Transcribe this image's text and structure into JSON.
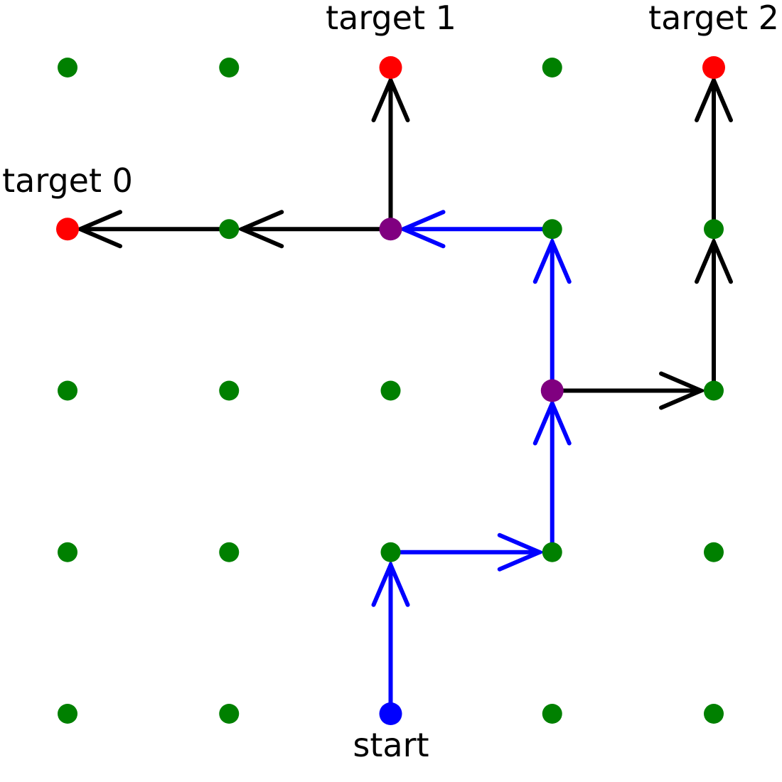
{
  "grid": {
    "cols": 5,
    "rows": 5
  },
  "colors": {
    "node": "#008000",
    "target": "#ff0000",
    "start": "#0000ff",
    "junction": "#800080",
    "shared_path": "#0000ff",
    "branch_path": "#000000"
  },
  "labels": {
    "start": "start",
    "target0": "target 0",
    "target1": "target 1",
    "target2": "target 2"
  },
  "special_nodes": [
    {
      "col": 2,
      "row": 0,
      "kind": "start"
    },
    {
      "col": 0,
      "row": 3,
      "kind": "target"
    },
    {
      "col": 2,
      "row": 4,
      "kind": "target"
    },
    {
      "col": 4,
      "row": 4,
      "kind": "target"
    },
    {
      "col": 2,
      "row": 3,
      "kind": "junction"
    },
    {
      "col": 3,
      "row": 2,
      "kind": "junction"
    }
  ],
  "edges": [
    {
      "from": [
        2,
        0
      ],
      "to": [
        2,
        1
      ],
      "kind": "shared_path"
    },
    {
      "from": [
        2,
        1
      ],
      "to": [
        3,
        1
      ],
      "kind": "shared_path"
    },
    {
      "from": [
        3,
        1
      ],
      "to": [
        3,
        2
      ],
      "kind": "shared_path"
    },
    {
      "from": [
        3,
        2
      ],
      "to": [
        3,
        3
      ],
      "kind": "shared_path"
    },
    {
      "from": [
        3,
        3
      ],
      "to": [
        2,
        3
      ],
      "kind": "shared_path"
    },
    {
      "from": [
        2,
        3
      ],
      "to": [
        1,
        3
      ],
      "kind": "branch_path"
    },
    {
      "from": [
        1,
        3
      ],
      "to": [
        0,
        3
      ],
      "kind": "branch_path"
    },
    {
      "from": [
        2,
        3
      ],
      "to": [
        2,
        4
      ],
      "kind": "branch_path"
    },
    {
      "from": [
        3,
        2
      ],
      "to": [
        4,
        2
      ],
      "kind": "branch_path"
    },
    {
      "from": [
        4,
        2
      ],
      "to": [
        4,
        3
      ],
      "kind": "branch_path"
    },
    {
      "from": [
        4,
        3
      ],
      "to": [
        4,
        4
      ],
      "kind": "branch_path"
    }
  ]
}
